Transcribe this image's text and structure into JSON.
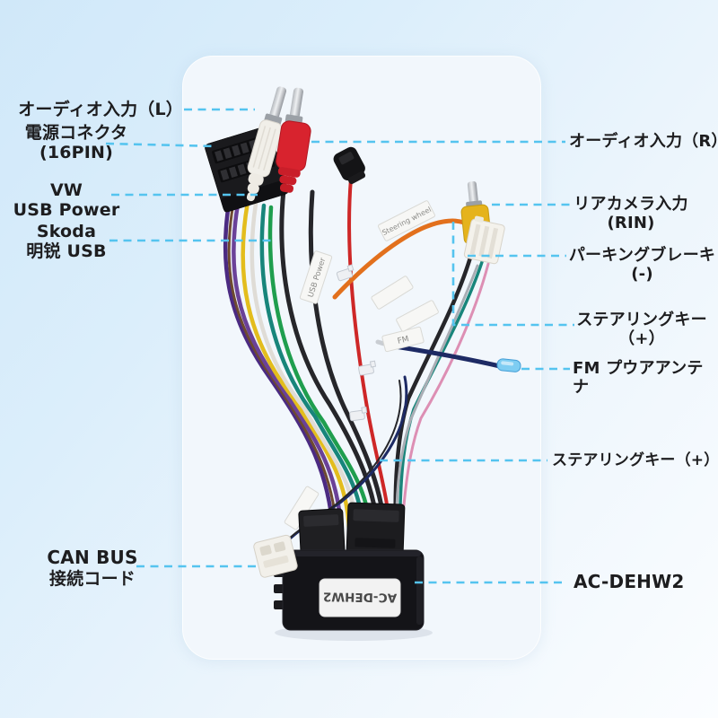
{
  "colors": {
    "leader": "#55c4ef",
    "label_text": "#1d1d1f",
    "card_bg": "#f2f7fc",
    "bg_start": "#d0e8f9",
    "bg_end": "#fbfdff"
  },
  "labels": {
    "left": [
      {
        "id": "audio-input-l",
        "lines": [
          "オーディオ入力（L）"
        ]
      },
      {
        "id": "power-connector-16pin",
        "lines": [
          "電源コネクタ",
          "(16PIN)"
        ]
      },
      {
        "id": "vw-usb-power",
        "lines": [
          "VW",
          "USB Power"
        ]
      },
      {
        "id": "skoda-usb",
        "lines": [
          "Skoda",
          "明锐 USB"
        ]
      },
      {
        "id": "can-bus-cable",
        "lines": [
          "CAN BUS",
          "接続コード"
        ]
      }
    ],
    "right": [
      {
        "id": "audio-input-r",
        "lines": [
          "オーディオ入力（R）"
        ]
      },
      {
        "id": "rear-camera-input",
        "lines": [
          "リアカメラ入力",
          "(RIN)"
        ]
      },
      {
        "id": "parking-brake",
        "lines": [
          "パーキングブレーキ",
          "(-)"
        ]
      },
      {
        "id": "steering-key-1",
        "lines": [
          "ステアリングキー",
          "（+）"
        ]
      },
      {
        "id": "fm-antenna",
        "lines": [
          "FM プウアアンテナ"
        ]
      },
      {
        "id": "steering-key-2",
        "lines": [
          "ステアリングキー（+）"
        ]
      },
      {
        "id": "model-code",
        "lines": [
          "AC-DEHW2"
        ]
      }
    ]
  },
  "harness": {
    "box_label": "AC-DEHW2",
    "wire_tags": [
      "USB Power",
      "Steering wheel",
      "FM"
    ],
    "connectors": [
      "rca-plug-white-l",
      "rca-plug-red-r",
      "power-connector-16pin",
      "sm-connector",
      "rca-plug-yellow-rin",
      "parking-brake-connector",
      "fm-antenna-terminal",
      "canbus-decoder-box",
      "canbus-white-connector"
    ]
  }
}
